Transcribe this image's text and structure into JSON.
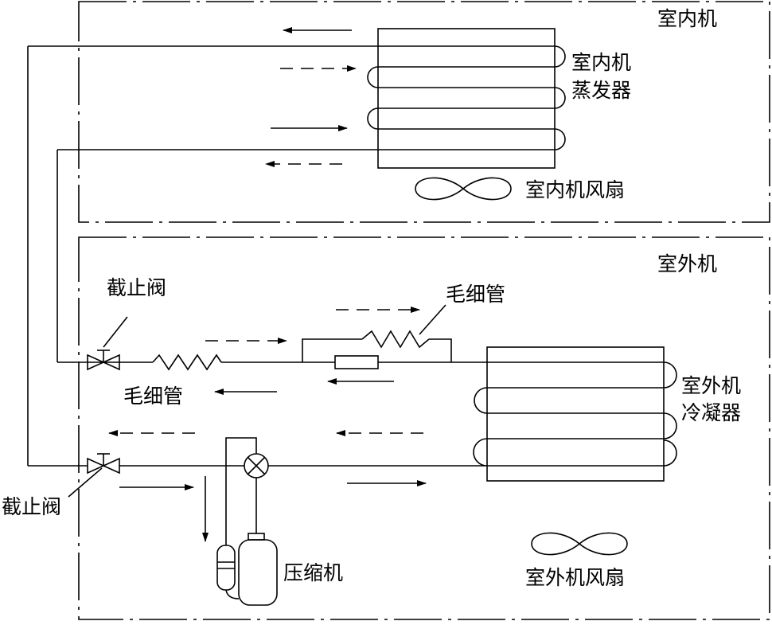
{
  "labels": {
    "indoor_unit": "室内机",
    "evaporator_line1": "室内机",
    "evaporator_line2": "蒸发器",
    "indoor_fan": "室内机风扇",
    "outdoor_unit": "室外机",
    "capillary_upper": "毛细管",
    "capillary_lower": "毛细管",
    "valve_upper": "截止阀",
    "valve_lower": "截止阀",
    "condenser_line1": "室外机",
    "condenser_line2": "冷凝器",
    "compressor": "压缩机",
    "outdoor_fan": "室外机风扇"
  }
}
